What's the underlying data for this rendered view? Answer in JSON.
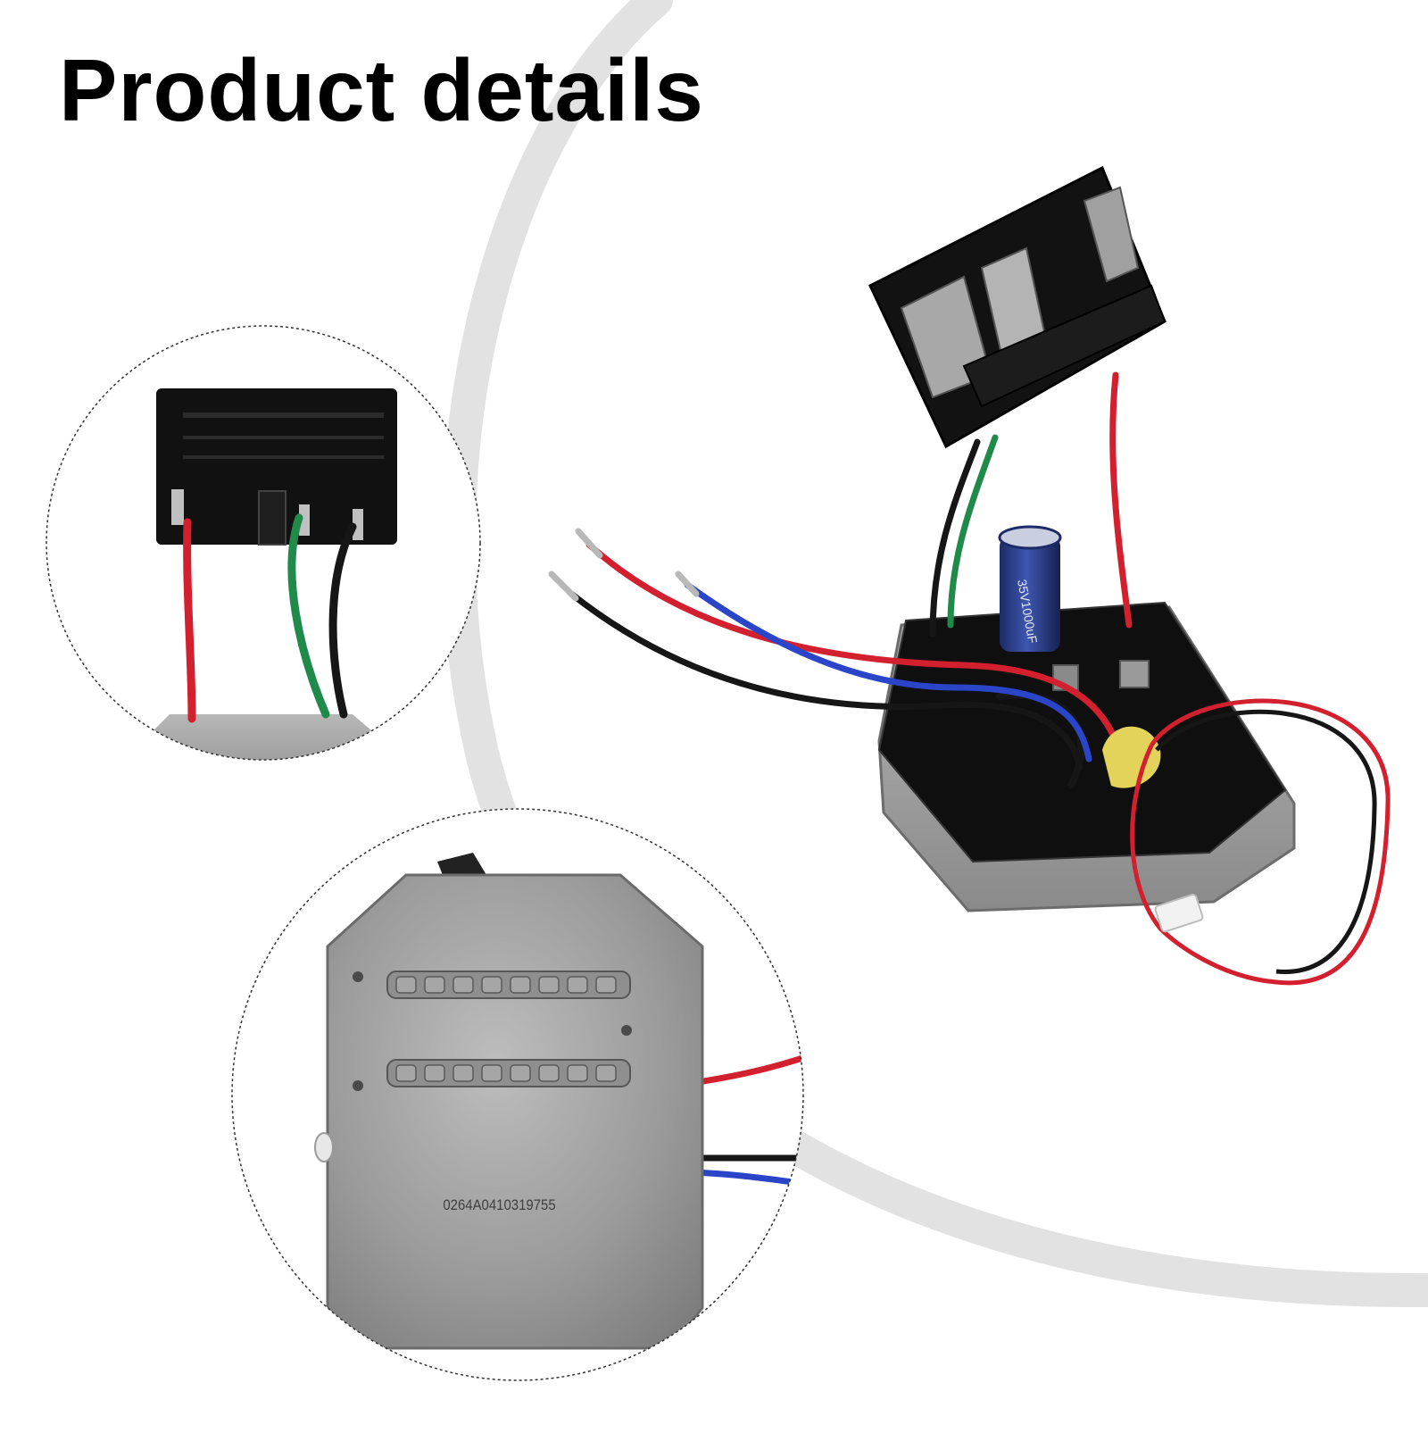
{
  "page": {
    "title": "Product details",
    "background_color": "#ffffff",
    "accent_arc_color": "#e2e2e2"
  },
  "photo": {
    "subject": "controller module with switch connector and wires",
    "wire_colors": {
      "red": "#d3202e",
      "black": "#161616",
      "blue": "#2a45c8",
      "green": "#1f8a49"
    },
    "parts": {
      "connector": "black-switch-connector",
      "capacitor_text": "35V1000uF",
      "housing": "aluminium-housing",
      "plug": "white-jst-plug"
    }
  },
  "insets": {
    "top_left": {
      "subject": "connector close-up"
    },
    "bottom": {
      "subject": "housing back",
      "serial": "0264A0410319755"
    }
  }
}
